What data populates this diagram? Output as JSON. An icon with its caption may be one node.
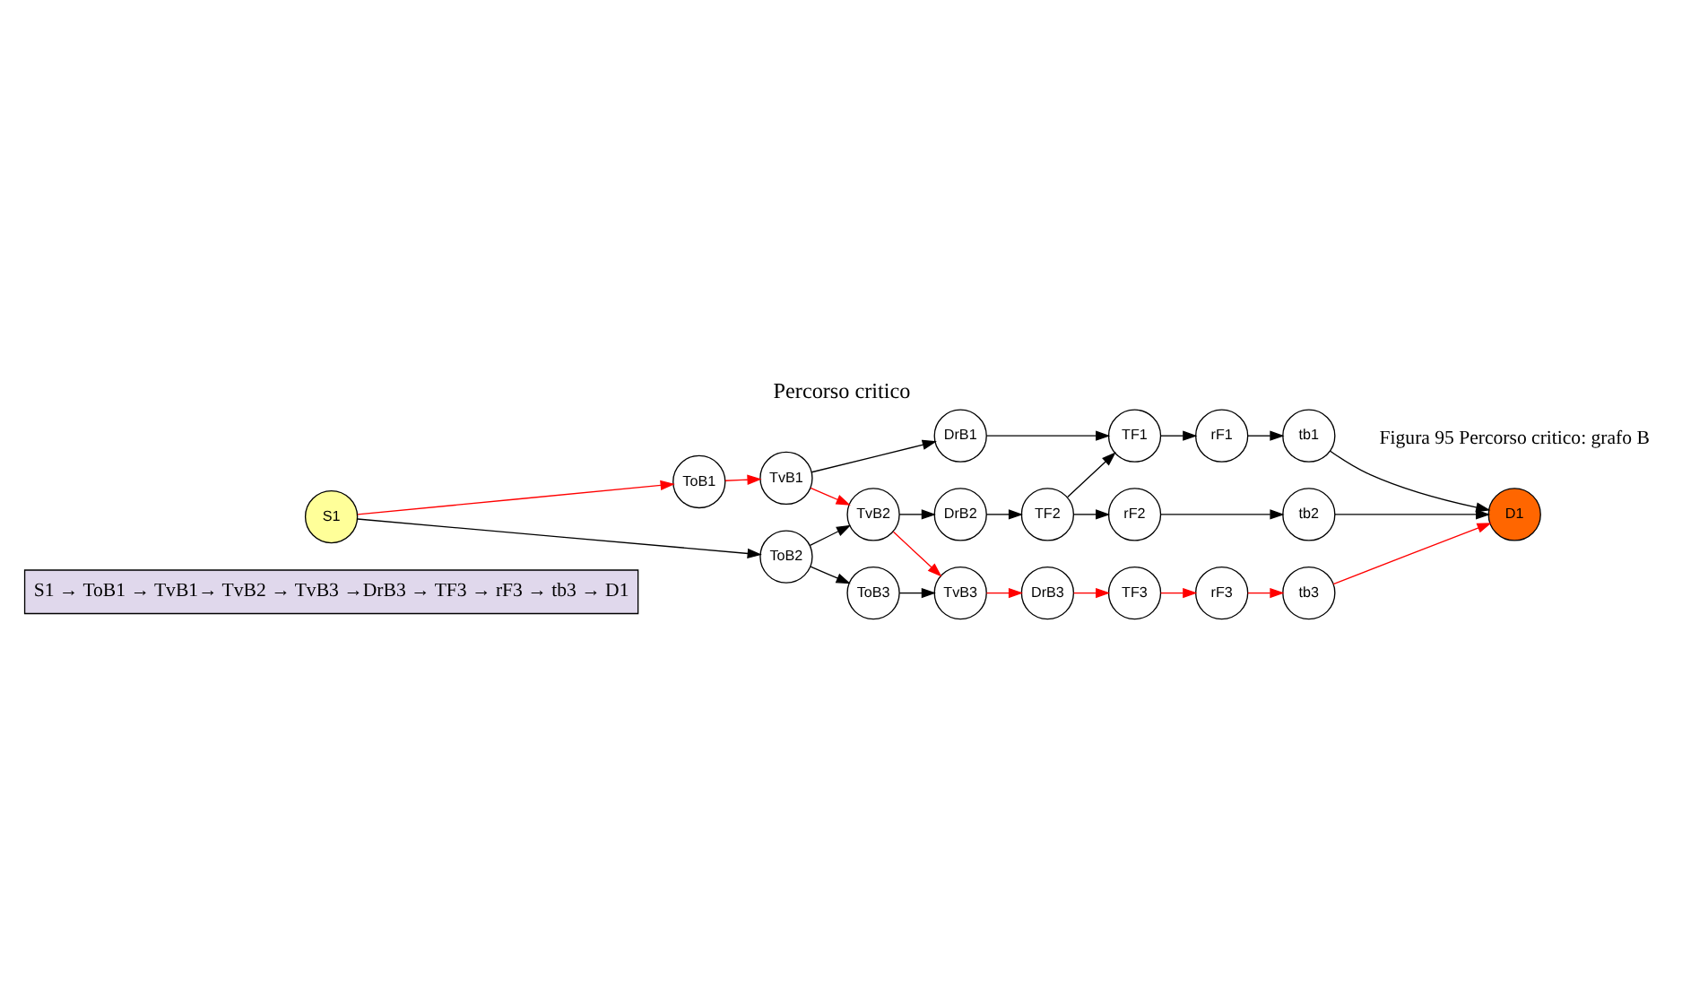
{
  "diagram": {
    "title": "Percorso critico",
    "caption": "Figura 95 Percorso critico: grafo B",
    "nodes": [
      {
        "text": [
          "S1"
        ]
      },
      {
        "text": [
          "ToB1"
        ]
      },
      {
        "text": [
          "TvB1"
        ]
      },
      {
        "text": [
          "DrB1"
        ]
      },
      {
        "text": [
          "TF1"
        ]
      },
      {
        "text": [
          "rF1"
        ]
      },
      {
        "text": [
          "tb1"
        ]
      },
      {
        "text": [
          "TvB2"
        ]
      },
      {
        "text": [
          "DrB2"
        ]
      },
      {
        "text": [
          "TF2"
        ]
      },
      {
        "text": [
          "rF2"
        ]
      },
      {
        "text": [
          "tb2"
        ]
      },
      {
        "text": [
          "D1"
        ]
      },
      {
        "text": [
          "ToB2"
        ]
      },
      {
        "text": [
          "TvB3"
        ]
      },
      {
        "text": [
          "DrB3"
        ]
      },
      {
        "text": [
          "TF3"
        ]
      },
      {
        "text": [
          "rF3"
        ]
      },
      {
        "text": [
          "tb3"
        ]
      },
      {
        "text": [
          "ToB3"
        ]
      }
    ],
    "edges": [
      {
        "from": 0,
        "to": 1,
        "arrow": "to",
        "color": "#ff0000"
      },
      {
        "from": 1,
        "to": 2,
        "arrow": "to",
        "color": "#ff0000"
      },
      {
        "from": 2,
        "to": 3,
        "arrow": "to"
      },
      {
        "from": 3,
        "to": 4,
        "arrow": "to"
      },
      {
        "from": 4,
        "to": 5,
        "arrow": "to"
      },
      {
        "from": 5,
        "to": 6,
        "arrow": "to"
      },
      {
        "from": 6,
        "to": 12,
        "arrow": "to"
      },
      {
        "from": 2,
        "to": 7,
        "arrow": "to",
        "color": "#ff0000"
      },
      {
        "from": 0,
        "to": 13,
        "arrow": "to"
      },
      {
        "from": 13,
        "to": 7,
        "arrow": "to"
      },
      {
        "from": 13,
        "to": 19,
        "arrow": "to"
      },
      {
        "from": 19,
        "to": 14,
        "arrow": "to"
      },
      {
        "from": 7,
        "to": 8,
        "arrow": "to"
      },
      {
        "from": 8,
        "to": 9,
        "arrow": "to"
      },
      {
        "from": 9,
        "to": 4,
        "arrow": "to"
      },
      {
        "from": 9,
        "to": 10,
        "arrow": "to"
      },
      {
        "from": 10,
        "to": 11,
        "arrow": "to"
      },
      {
        "from": 11,
        "to": 12,
        "arrow": "to"
      },
      {
        "from": 7,
        "to": 14,
        "arrow": "to",
        "color": "#ff0000"
      },
      {
        "from": 14,
        "to": 15,
        "arrow": "to",
        "color": "#ff0000"
      },
      {
        "from": 15,
        "to": 16,
        "arrow": "to",
        "color": "#ff0000"
      },
      {
        "from": 16,
        "to": 17,
        "arrow": "to",
        "color": "#ff0000"
      },
      {
        "from": 17,
        "to": 18,
        "arrow": "to",
        "color": "#ff0000"
      },
      {
        "from": 18,
        "to": 12,
        "arrow": "to",
        "color": "#ff0000"
      }
    ],
    "labels": [
      "S1 → ToB1 → TvB1→ TvB2 → TvB3 →DrB3 → TF3 → rF3 → tb3 → D1"
    ]
  }
}
